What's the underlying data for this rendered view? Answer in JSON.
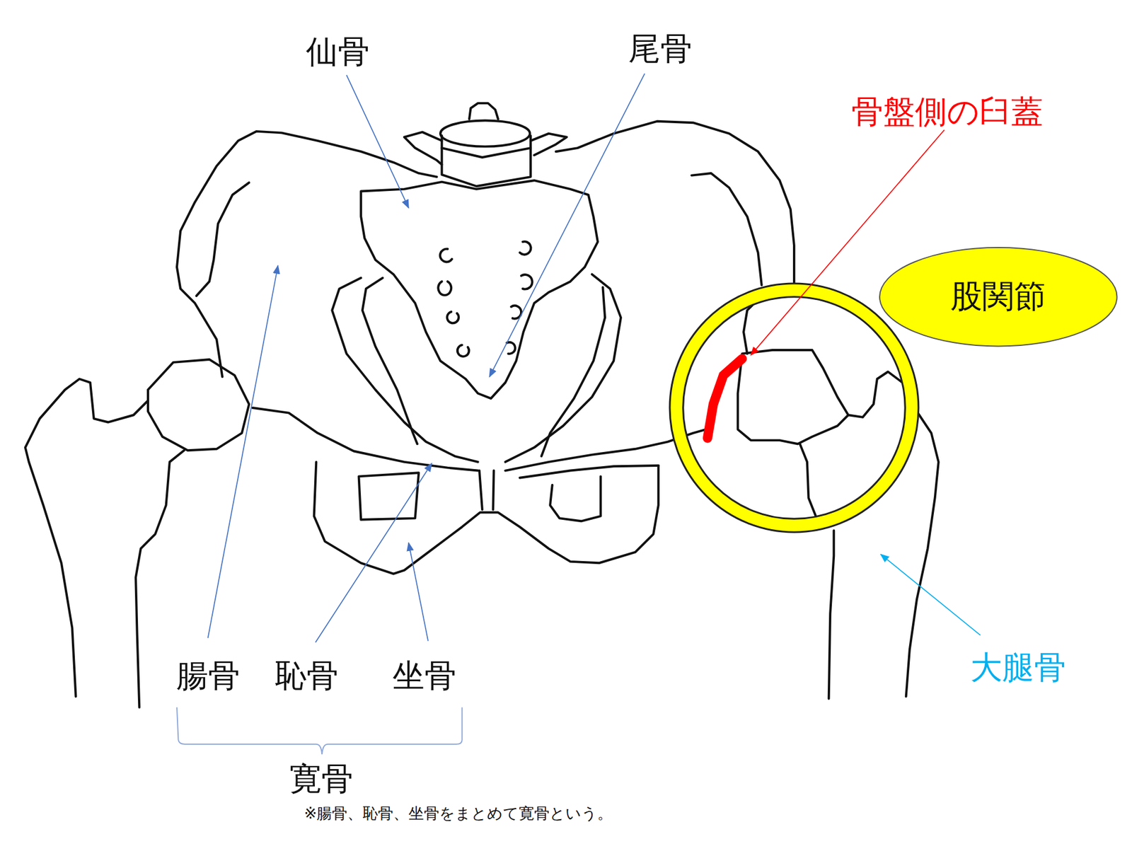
{
  "diagram": {
    "nodes": [
      {
        "text": [
          "股関節"
        ]
      }
    ],
    "labels": [
      "仙骨",
      "尾骨",
      "骨盤側の臼蓋",
      "腸骨",
      "恥骨",
      "坐骨",
      "寛骨",
      "※腸骨、恥骨、坐骨をまとめて寛骨という。",
      "大腿骨"
    ]
  }
}
